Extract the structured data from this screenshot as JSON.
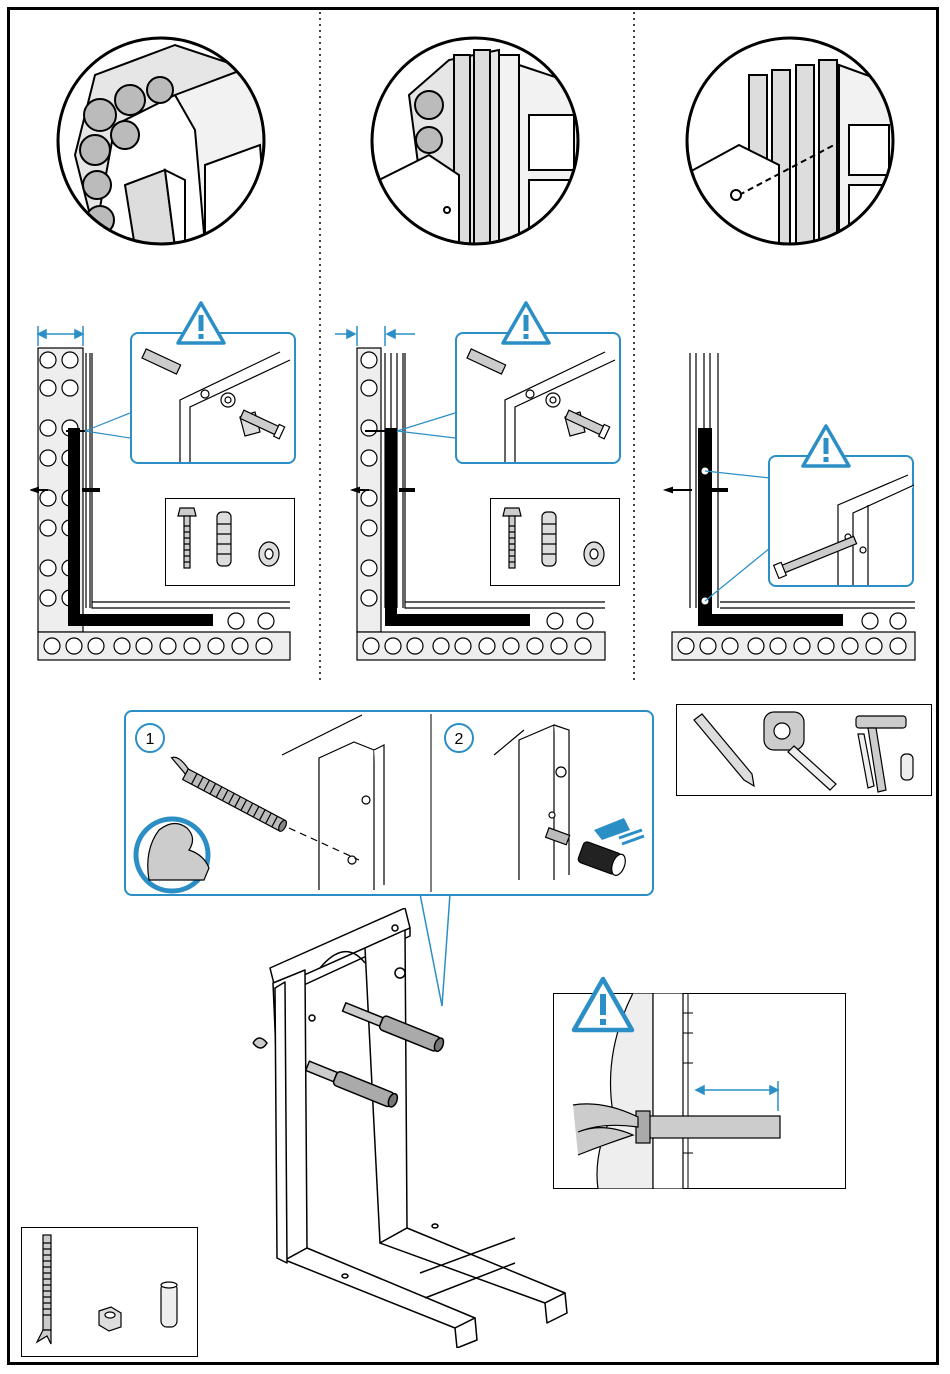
{
  "page": {
    "title": "",
    "steps": [
      "1",
      "2"
    ]
  },
  "colors": {
    "callout": "#2b8fc6",
    "warning": "#2b8fc6",
    "ink": "#000000",
    "fill_gray": "#c8c8c8",
    "bracket_black": "#000000"
  },
  "icons": {
    "warning": "warning-triangle-icon",
    "strength": "flexed-arm-icon",
    "push": "push-arrow-icon",
    "pencil": "pencil-icon",
    "tape": "tape-measure-icon",
    "hammer": "hammer-icon"
  },
  "parts": {
    "anchor_set": [
      "lag-screw",
      "wall-plug",
      "washer"
    ],
    "mount_kit": [
      "threaded-rod",
      "nut",
      "spacer-sleeve"
    ]
  }
}
